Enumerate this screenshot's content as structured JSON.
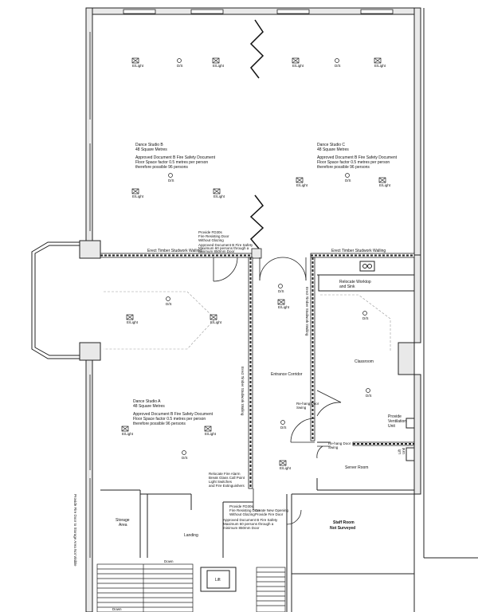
{
  "rooms": {
    "studio_b": {
      "name": "Dance Studio B",
      "area": "48 Square Metres",
      "note": [
        "Approved Document B Fire Safety Document",
        "Floor Space factor 0.5 metres per person",
        "therefore possible 96 persons"
      ]
    },
    "studio_c": {
      "name": "Dance Studio C",
      "area": "48 Square Metres",
      "note": [
        "Approved Document B Fire Safety Document",
        "Floor Space factor 0.5 metres per person",
        "therefore possible 96 persons"
      ]
    },
    "studio_a": {
      "name": "Dance Studio A",
      "area": "48 Square Metres",
      "note": [
        "Approved Document B Fire Safety Document",
        "Floor Space factor 0.5 metres per person",
        "therefore possible 96 persons"
      ]
    },
    "entrance_corridor": "Entrance Corridor",
    "classroom": "Classroom",
    "server_room": "Server Room",
    "landing": "Landing",
    "storage": [
      "Storage",
      "Area"
    ],
    "staff_room": [
      "Staff Room",
      "Not Surveyed"
    ],
    "lift": "Lift"
  },
  "fixtures": {
    "emergency_light": "E/Light",
    "detector": "D/S"
  },
  "annotations": {
    "erect_timber_top_left": "Erect Timber Studwork Walling",
    "erect_timber_top_right": "Erect Timber Studwork Walling",
    "erect_timber_vertical_left": "Erect Timber Studwork Walling",
    "erect_timber_vertical_right": "Erect Timber Studwork Walling",
    "fire_door_top": [
      "Provide FD30s",
      "Fire Resisting Door",
      "Without Glazing"
    ],
    "approved_doc_top": [
      "Approved Document B Fire Safety",
      "Maximum 60 persons through a",
      "minimum 850mm Door"
    ],
    "relocate_worktop": [
      "Relocate Worktop",
      "and Sink"
    ],
    "provide_ventilation": [
      "Provide",
      "Ventilation",
      "Unit"
    ],
    "fire_door_classroom": [
      "Re-hang Door",
      "Swing"
    ],
    "fire_door_server": [
      "Re-hang Door",
      "Swing"
    ],
    "relocate_fire_alarm": [
      "Relocate Fire Alarm",
      "Break Glass Call Point",
      "Light Switches",
      "and Fire Extinguishers"
    ],
    "fire_door_landing": [
      "Provide FD30s",
      "Fire Resisting Door",
      "Without Glazing"
    ],
    "create_new_opening": [
      "Create New Opening",
      "Provide Fire Door"
    ],
    "approved_doc_landing": [
      "Approved Document B Fire Safety",
      "Maximum 60 persons through a",
      "minimum 850mm Door"
    ],
    "lift_unit": [
      "Lift",
      "Unit"
    ],
    "provide_fire_door_storage": "Provide Fire Door to Storage Area Not Visible",
    "down_1": "Down",
    "down_2": "Down"
  }
}
